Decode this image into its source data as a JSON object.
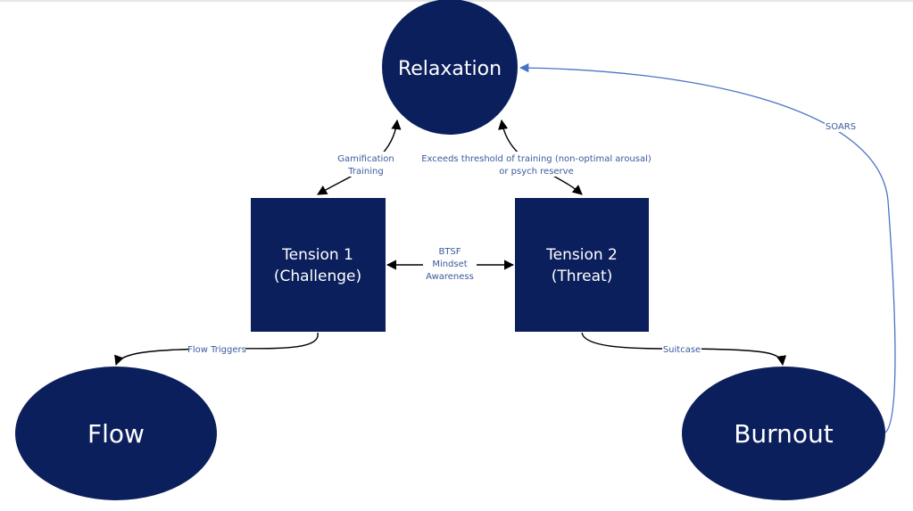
{
  "colors": {
    "node_fill": "#0b1f5c",
    "node_text": "#ffffff",
    "edge_black": "#000000",
    "edge_blue": "#4a72c4",
    "label_text": "#3a5a9e"
  },
  "nodes": {
    "relaxation": "Relaxation",
    "tension1_line1": "Tension 1",
    "tension1_line2": "(Challenge)",
    "tension2_line1": "Tension 2",
    "tension2_line2": "(Threat)",
    "flow": "Flow",
    "burnout": "Burnout"
  },
  "edges": {
    "gamification_line1": "Gamification",
    "gamification_line2": "Training",
    "exceeds_line1": "Exceeds threshold of training (non-optimal arousal)",
    "exceeds_line2": "or psych reserve",
    "btsf_line1": "BTSF",
    "btsf_line2": "Mindset",
    "btsf_line3": "Awareness",
    "flow_triggers": "Flow Triggers",
    "suitcase": "Suitcase",
    "soars": "SOARS"
  }
}
